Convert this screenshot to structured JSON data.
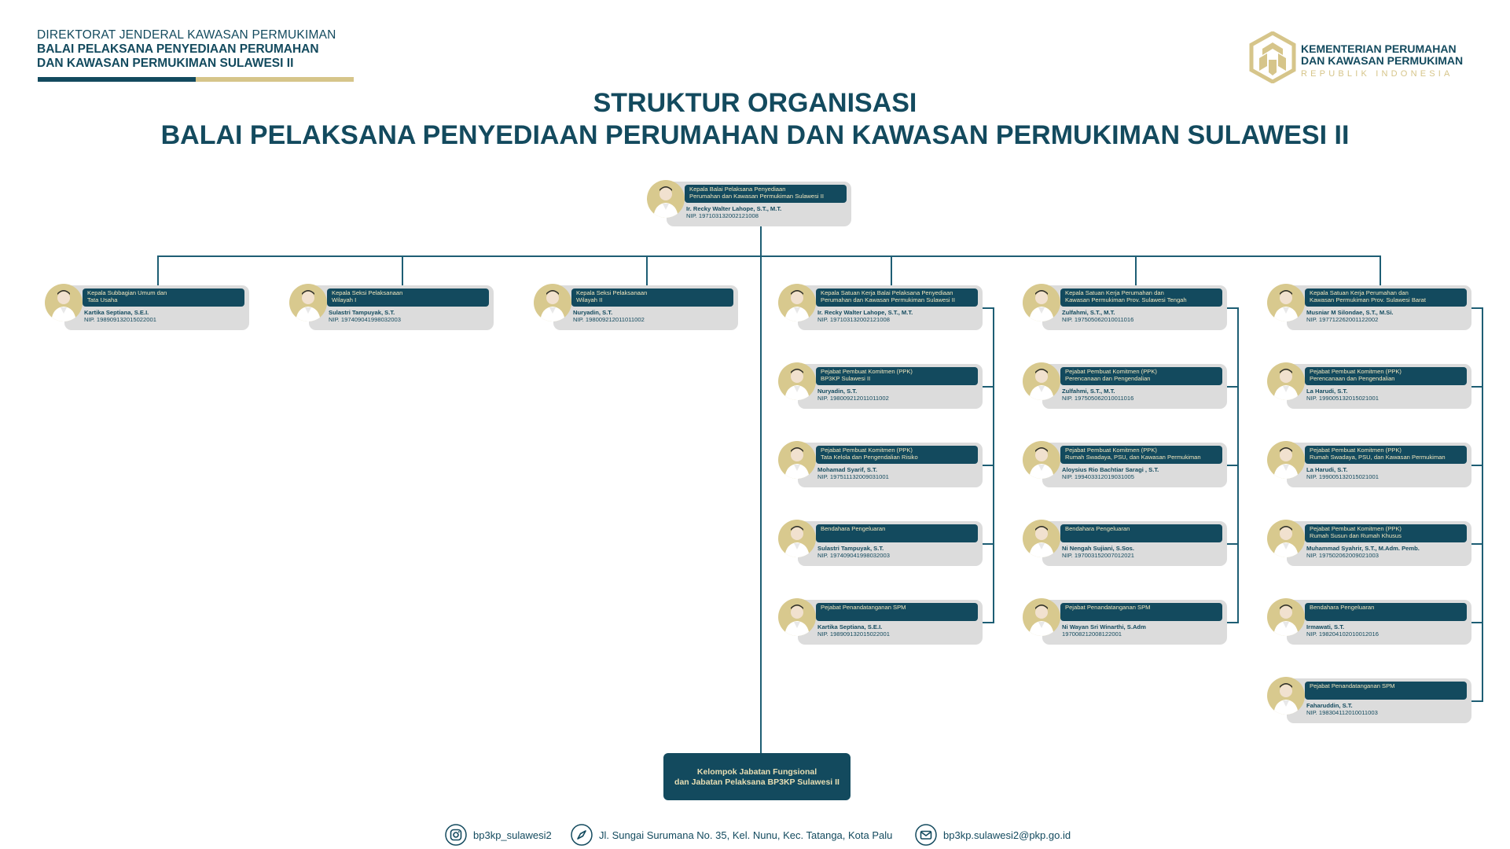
{
  "header": {
    "left": {
      "line1": "DIREKTORAT JENDERAL KAWASAN PERMUKIMAN",
      "line2": "BALAI PELAKSANA PENYEDIAAN PERUMAHAN",
      "line3": "DAN KAWASAN PERMUKIMAN SULAWESI II"
    },
    "right": {
      "line1": "KEMENTERIAN PERUMAHAN",
      "line2": "DAN KAWASAN PERMUKIMAN",
      "line3": "REPUBLIK INDONESIA"
    },
    "colors": {
      "primary": "#134a5e",
      "accent": "#d6c58a",
      "card_bg": "#dcdcdc"
    }
  },
  "title": {
    "line1": "STRUKTUR ORGANISASI",
    "line2": "BALAI PELAKSANA PENYEDIAAN PERUMAHAN DAN KAWASAN PERMUKIMAN SULAWESI II"
  },
  "top": {
    "title1": "Kepala Balai Pelaksana Penyediaan",
    "title2": "Perumahan dan Kawasan Permukiman Sulawesi II",
    "name": "Ir. Recky Walter Lahope, S.T., M.T.",
    "nip": "NIP. 197103132002121008"
  },
  "row1": [
    {
      "title1": "Kepala Subbagian Umum dan",
      "title2": "Tata  Usaha",
      "name": "Kartika Septiana, S.E.I.",
      "nip": "NIP. 198909132015022001"
    },
    {
      "title1": "Kepala Seksi Pelaksanaan",
      "title2": "Wilayah I",
      "name": "Sulastri Tampuyak, S.T.",
      "nip": "NIP. 197409041998032003"
    },
    {
      "title1": "Kepala Seksi Pelaksanaan",
      "title2": "Wilayah II",
      "name": "Nuryadin, S.T.",
      "nip": "NIP. 198009212011011002"
    }
  ],
  "columns": [
    [
      {
        "title1": "Kepala Satuan Kerja Balai Pelaksana Penyediaan",
        "title2": "Perumahan dan Kawasan Permukiman Sulawesi II",
        "name": "Ir. Recky Walter Lahope, S.T., M.T.",
        "nip": "NIP. 197103132002121008"
      },
      {
        "title1": "Pejabat Pembuat Komitmen (PPK)",
        "title2": "BP3KP Sulawesi II",
        "name": "Nuryadin, S.T.",
        "nip": "NIP. 198009212011011002"
      },
      {
        "title1": "Pejabat Pembuat Komitmen (PPK)",
        "title2": "Tata Kelola dan Pengendalian Risiko",
        "name": "Mohamad Syarif, S.T.",
        "nip": "NIP. 197511132009031001"
      },
      {
        "title1": "Bendahara Pengeluaran",
        "title2": "",
        "name": "Sulastri Tampuyak, S.T.",
        "nip": "NIP. 197409041998032003"
      },
      {
        "title1": "Pejabat Penandatanganan SPM",
        "title2": "",
        "name": "Kartika Septiana, S.E.I.",
        "nip": "NIP. 198909132015022001"
      }
    ],
    [
      {
        "title1": "Kepala Satuan Kerja Perumahan dan",
        "title2": "Kawasan Permukiman Prov. Sulawesi Tengah",
        "name": "Zulfahmi, S.T., M.T.",
        "nip": "NIP. 197505062010011016"
      },
      {
        "title1": "Pejabat Pembuat Komitmen (PPK)",
        "title2": "Perencanaan dan Pengendalian",
        "name": "Zulfahmi, S.T., M.T.",
        "nip": "NIP. 197505062010011016"
      },
      {
        "title1": "Pejabat Pembuat Komitmen (PPK)",
        "title2": "Rumah Swadaya, PSU, dan Kawasan Permukiman",
        "name": "Aloysius Rio Bachtiar Saragi , S.T.",
        "nip": "NIP. 199403312019031005"
      },
      {
        "title1": "Bendahara Pengeluaran",
        "title2": "",
        "name": "Ni Nengah Sujiani, S.Sos.",
        "nip": "NIP. 197003152007012021"
      },
      {
        "title1": "Pejabat Penandatanganan SPM",
        "title2": "",
        "name": "Ni Wayan Sri Winarthi, S.Adm",
        "nip": "197008212008122001"
      }
    ],
    [
      {
        "title1": "Kepala Satuan Kerja Perumahan dan",
        "title2": "Kawasan Permukiman Prov. Sulawesi Barat",
        "name": "Musniar M Silondae, S.T., M.Si.",
        "nip": "NIP. 197712262001122002"
      },
      {
        "title1": "Pejabat Pembuat Komitmen (PPK)",
        "title2": "Perencanaan dan Pengendalian",
        "name": "La Harudi, S.T.",
        "nip": "NIP. 199005132015021001"
      },
      {
        "title1": "Pejabat Pembuat Komitmen (PPK)",
        "title2": "Rumah Swadaya, PSU, dan Kawasan Permukiman",
        "name": "La Harudi, S.T.",
        "nip": "NIP. 199005132015021001"
      },
      {
        "title1": "Pejabat Pembuat Komitmen (PPK)",
        "title2": "Rumah Susun dan Rumah Khusus",
        "name": "Muhammad Syahrir, S.T., M.Adm. Pemb.",
        "nip": "NIP. 197502062009021003"
      },
      {
        "title1": "Bendahara Pengeluaran",
        "title2": "",
        "name": "Irmawati, S.T.",
        "nip": "NIP. 198204102010012016"
      },
      {
        "title1": "Pejabat Penandatanganan SPM",
        "title2": "",
        "name": "Faharuddin, S.T.",
        "nip": "NIP. 198304112010011003"
      }
    ]
  ],
  "fungsional": {
    "line1": "Kelompok Jabatan Fungsional",
    "line2": "dan Jabatan Pelaksana BP3KP Sulawesi II"
  },
  "footer": {
    "instagram": "bp3kp_sulawesi2",
    "address": "Jl. Sungai Surumana No. 35, Kel. Nunu, Kec. Tatanga, Kota Palu",
    "email": "bp3kp.sulawesi2@pkp.go.id",
    "icons": [
      "instagram-icon",
      "compass-icon",
      "mail-icon"
    ]
  }
}
